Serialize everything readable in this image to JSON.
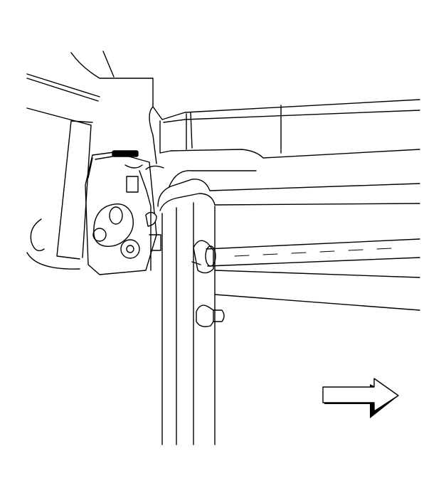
{
  "diagram": {
    "kind": "technical line drawing",
    "components": [
      {
        "id": "hood-bracket",
        "icon": "bracket-plate-icon"
      },
      {
        "id": "support-frame",
        "icon": "frame-channel-icon"
      },
      {
        "id": "support-rod",
        "icon": "rod-icon"
      },
      {
        "id": "rod-grommet",
        "icon": "grommet-icon"
      },
      {
        "id": "retaining-pin",
        "icon": "pin-icon"
      },
      {
        "id": "direction-arrow",
        "icon": "arrow-right-icon"
      }
    ],
    "colors": {
      "line": "#000000",
      "background": "#ffffff"
    }
  }
}
